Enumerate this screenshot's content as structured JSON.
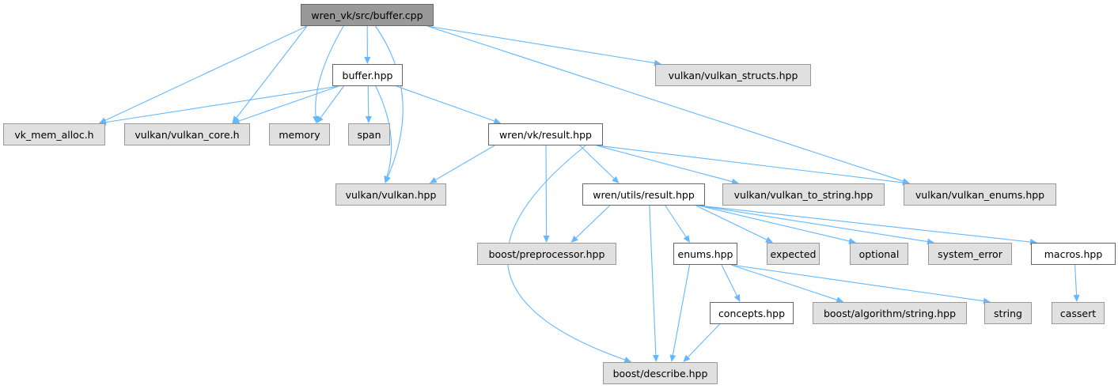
{
  "graph": {
    "edge_color": "#63b8ff",
    "nodes": [
      {
        "id": "buffer_cpp",
        "label": "wren_vk/src/buffer.cpp",
        "kind": "root"
      },
      {
        "id": "buffer_hpp",
        "label": "buffer.hpp",
        "kind": "local"
      },
      {
        "id": "vk_mem_alloc",
        "label": "vk_mem_alloc.h",
        "kind": "ext"
      },
      {
        "id": "vulkan_core",
        "label": "vulkan/vulkan_core.h",
        "kind": "ext"
      },
      {
        "id": "memory",
        "label": "memory",
        "kind": "ext"
      },
      {
        "id": "span",
        "label": "span",
        "kind": "ext"
      },
      {
        "id": "vulkan_hpp",
        "label": "vulkan/vulkan.hpp",
        "kind": "ext"
      },
      {
        "id": "vk_result",
        "label": "wren/vk/result.hpp",
        "kind": "local"
      },
      {
        "id": "vulkan_structs",
        "label": "vulkan/vulkan_structs.hpp",
        "kind": "ext"
      },
      {
        "id": "utils_result",
        "label": "wren/utils/result.hpp",
        "kind": "local"
      },
      {
        "id": "vulkan_to_string",
        "label": "vulkan/vulkan_to_string.hpp",
        "kind": "ext"
      },
      {
        "id": "vulkan_enums",
        "label": "vulkan/vulkan_enums.hpp",
        "kind": "ext"
      },
      {
        "id": "preprocessor",
        "label": "boost/preprocessor.hpp",
        "kind": "ext"
      },
      {
        "id": "enums_hpp",
        "label": "enums.hpp",
        "kind": "local"
      },
      {
        "id": "expected",
        "label": "expected",
        "kind": "ext"
      },
      {
        "id": "optional",
        "label": "optional",
        "kind": "ext"
      },
      {
        "id": "system_error",
        "label": "system_error",
        "kind": "ext"
      },
      {
        "id": "macros_hpp",
        "label": "macros.hpp",
        "kind": "local"
      },
      {
        "id": "concepts_hpp",
        "label": "concepts.hpp",
        "kind": "local"
      },
      {
        "id": "algo_string",
        "label": "boost/algorithm/string.hpp",
        "kind": "ext"
      },
      {
        "id": "string",
        "label": "string",
        "kind": "ext"
      },
      {
        "id": "cassert",
        "label": "cassert",
        "kind": "ext"
      },
      {
        "id": "describe",
        "label": "boost/describe.hpp",
        "kind": "ext"
      }
    ],
    "edges": [
      [
        "buffer_cpp",
        "vk_mem_alloc"
      ],
      [
        "buffer_cpp",
        "vulkan_core"
      ],
      [
        "buffer_cpp",
        "memory"
      ],
      [
        "buffer_cpp",
        "buffer_hpp"
      ],
      [
        "buffer_cpp",
        "vulkan_hpp"
      ],
      [
        "buffer_cpp",
        "vulkan_structs"
      ],
      [
        "buffer_cpp",
        "vulkan_enums"
      ],
      [
        "buffer_hpp",
        "vk_mem_alloc"
      ],
      [
        "buffer_hpp",
        "vulkan_core"
      ],
      [
        "buffer_hpp",
        "memory"
      ],
      [
        "buffer_hpp",
        "span"
      ],
      [
        "buffer_hpp",
        "vulkan_hpp"
      ],
      [
        "buffer_hpp",
        "vk_result"
      ],
      [
        "vk_result",
        "vulkan_hpp"
      ],
      [
        "vk_result",
        "describe"
      ],
      [
        "vk_result",
        "preprocessor"
      ],
      [
        "vk_result",
        "utils_result"
      ],
      [
        "vk_result",
        "vulkan_to_string"
      ],
      [
        "vk_result",
        "vulkan_enums"
      ],
      [
        "utils_result",
        "preprocessor"
      ],
      [
        "utils_result",
        "describe"
      ],
      [
        "utils_result",
        "enums_hpp"
      ],
      [
        "utils_result",
        "expected"
      ],
      [
        "utils_result",
        "optional"
      ],
      [
        "utils_result",
        "system_error"
      ],
      [
        "utils_result",
        "macros_hpp"
      ],
      [
        "enums_hpp",
        "describe"
      ],
      [
        "enums_hpp",
        "concepts_hpp"
      ],
      [
        "enums_hpp",
        "algo_string"
      ],
      [
        "enums_hpp",
        "string"
      ],
      [
        "concepts_hpp",
        "describe"
      ],
      [
        "macros_hpp",
        "cassert"
      ]
    ]
  }
}
